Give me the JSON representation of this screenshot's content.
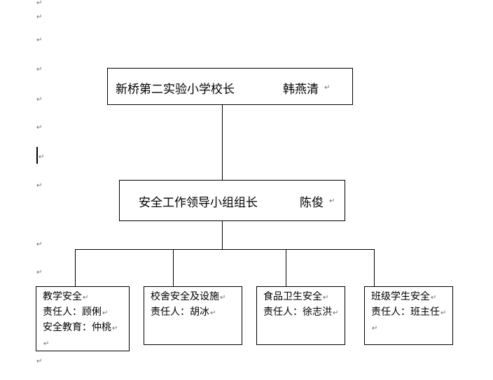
{
  "paragraph_mark": "↵",
  "top_box": {
    "title": "新桥第二实验小学校长",
    "person": "韩燕清"
  },
  "mid_box": {
    "title": "安全工作领导小组组长",
    "person": "陈俊"
  },
  "departments": [
    {
      "lines": [
        "教学安全",
        "责任人：顾俐",
        "安全教育：仲桃"
      ]
    },
    {
      "lines": [
        "校舍安全及设施",
        "责任人：胡冰"
      ]
    },
    {
      "lines": [
        "食品卫生安全",
        "责任人：徐志洪"
      ]
    },
    {
      "lines": [
        "班级学生安全",
        "责任人：班主任"
      ]
    }
  ]
}
